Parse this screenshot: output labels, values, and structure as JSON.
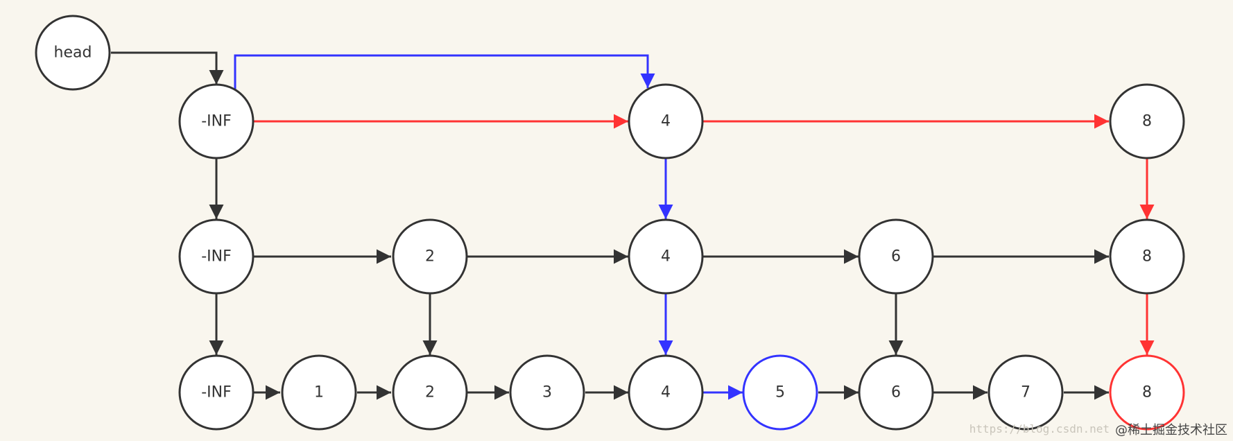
{
  "colors": {
    "background": "#f9f6ee",
    "default": "#333333",
    "blue": "#3333ff",
    "red": "#ff3333"
  },
  "nodes": {
    "head": "head",
    "l1_inf": "-INF",
    "l1_4": "4",
    "l1_8": "8",
    "l2_inf": "-INF",
    "l2_2": "2",
    "l2_4": "4",
    "l2_6": "6",
    "l2_8": "8",
    "l3_inf": "-INF",
    "l3_1": "1",
    "l3_2": "2",
    "l3_3": "3",
    "l3_4": "4",
    "l3_5": "5",
    "l3_6": "6",
    "l3_7": "7",
    "l3_8": "8"
  },
  "highlight": {
    "l3_5": "blue",
    "l3_8": "red"
  },
  "edges": [
    {
      "from": "head",
      "to": "l1_inf",
      "color": "default"
    },
    {
      "from": "l1_inf",
      "to": "l1_4",
      "color": "blue"
    },
    {
      "from": "l1_inf",
      "to": "l1_4",
      "color": "red"
    },
    {
      "from": "l1_4",
      "to": "l1_8",
      "color": "red"
    },
    {
      "from": "l1_inf",
      "to": "l2_inf",
      "color": "default"
    },
    {
      "from": "l1_4",
      "to": "l2_4",
      "color": "blue"
    },
    {
      "from": "l1_8",
      "to": "l2_8",
      "color": "red"
    },
    {
      "from": "l2_inf",
      "to": "l2_2",
      "color": "default"
    },
    {
      "from": "l2_2",
      "to": "l2_4",
      "color": "default"
    },
    {
      "from": "l2_4",
      "to": "l2_6",
      "color": "default"
    },
    {
      "from": "l2_6",
      "to": "l2_8",
      "color": "default"
    },
    {
      "from": "l2_inf",
      "to": "l3_inf",
      "color": "default"
    },
    {
      "from": "l2_2",
      "to": "l3_2",
      "color": "default"
    },
    {
      "from": "l2_4",
      "to": "l3_4",
      "color": "blue"
    },
    {
      "from": "l2_6",
      "to": "l3_6",
      "color": "default"
    },
    {
      "from": "l2_8",
      "to": "l3_8",
      "color": "red"
    },
    {
      "from": "l3_inf",
      "to": "l3_1",
      "color": "default"
    },
    {
      "from": "l3_1",
      "to": "l3_2",
      "color": "default"
    },
    {
      "from": "l3_2",
      "to": "l3_3",
      "color": "default"
    },
    {
      "from": "l3_3",
      "to": "l3_4",
      "color": "default"
    },
    {
      "from": "l3_4",
      "to": "l3_5",
      "color": "blue"
    },
    {
      "from": "l3_5",
      "to": "l3_6",
      "color": "default"
    },
    {
      "from": "l3_6",
      "to": "l3_7",
      "color": "default"
    },
    {
      "from": "l3_7",
      "to": "l3_8",
      "color": "default"
    }
  ],
  "watermark": "@稀土掘金技术社区",
  "watermark_faint": "https://blog.csdn.net"
}
